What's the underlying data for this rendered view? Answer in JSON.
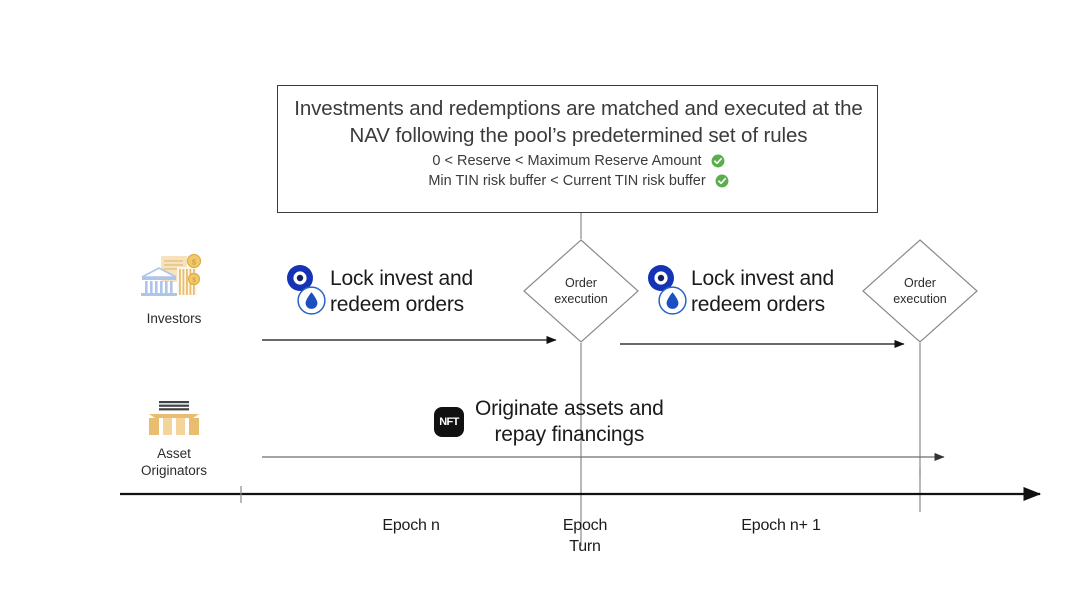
{
  "diagram": {
    "title_area": {
      "headline": "Investments and redemptions are matched and executed at the NAV following the pool’s predetermined set of rules",
      "rules": [
        {
          "text": "0 < Reserve < Maximum Reserve Amount",
          "status_icon": "green-check-icon"
        },
        {
          "text": "Min TIN risk buffer < Current TIN risk buffer",
          "status_icon": "green-check-icon"
        }
      ]
    },
    "actors": [
      {
        "id": "investors",
        "label": "Investors",
        "icon": "bank-investors-icon"
      },
      {
        "id": "asset-originators",
        "label": "Asset\nOriginators",
        "label_line1": "Asset",
        "label_line2": "Originators",
        "icon": "warehouse-originators-icon"
      }
    ],
    "steps": [
      {
        "id": "lock-orders-epoch-n",
        "line1": "Lock invest and",
        "line2": "redeem orders",
        "badges": [
          "centrifuge-icon",
          "tinlake-droplet-icon"
        ]
      },
      {
        "id": "lock-orders-epoch-n1",
        "line1": "Lock invest and",
        "line2": "redeem orders",
        "badges": [
          "centrifuge-icon",
          "tinlake-droplet-icon"
        ]
      },
      {
        "id": "originate-assets",
        "line1": "Originate assets and",
        "line2": "repay financings",
        "badges": [
          "nft-icon"
        ],
        "nft_label": "NFT"
      }
    ],
    "decision_nodes": [
      {
        "id": "order-execution-1",
        "line1": "Order",
        "line2": "execution"
      },
      {
        "id": "order-execution-2",
        "line1": "Order",
        "line2": "execution"
      }
    ],
    "timeline": {
      "labels": [
        {
          "id": "epoch-n",
          "line1": "Epoch n",
          "line2": ""
        },
        {
          "id": "epoch-turn",
          "line1": "Epoch",
          "line2": "Turn"
        },
        {
          "id": "epoch-n-plus-1",
          "line1": "Epoch n+ 1",
          "line2": ""
        }
      ]
    },
    "colors": {
      "accent_blue": "#1433b5",
      "tinlake_blue": "#2762c4",
      "check_green": "#5cad4e",
      "axis_black": "#111111",
      "line_gray": "#8a8a8a",
      "bank_blue": "#aec4ea",
      "originator_tan": "#e9bd6f",
      "nft_black": "#111111"
    }
  }
}
